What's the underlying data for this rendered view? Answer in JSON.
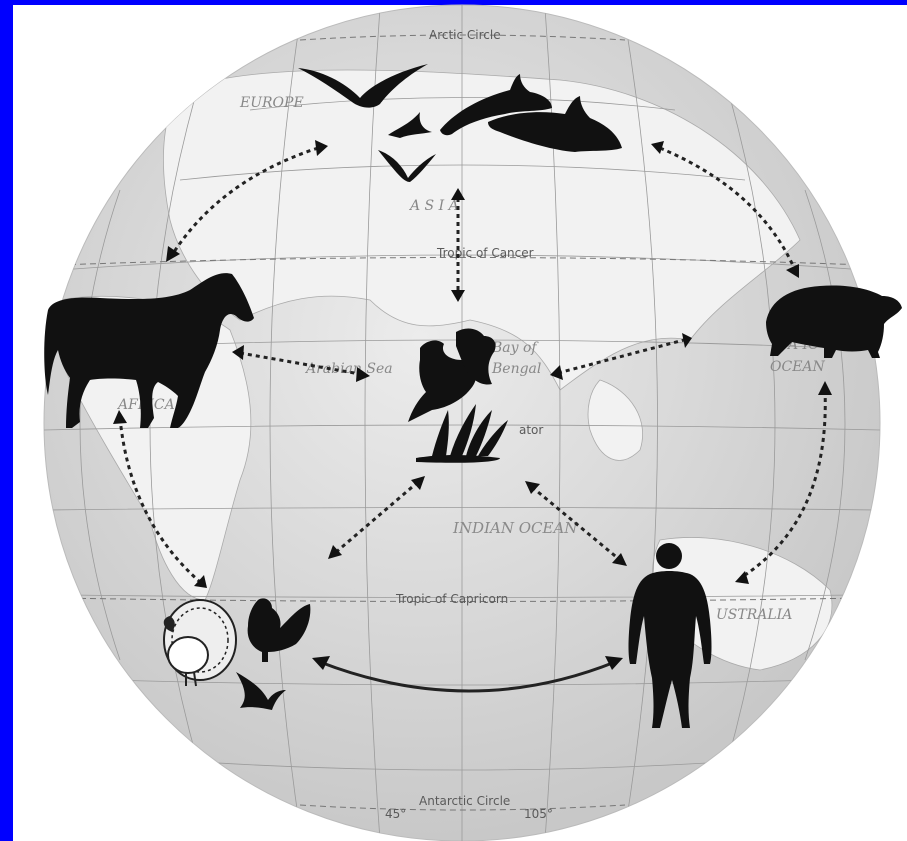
{
  "labels": {
    "arctic_circle": "Arctic Circle",
    "antarctic_circle": "Antarctic Circle",
    "tropic_cancer": "Tropic of Cancer",
    "tropic_capricorn": "Tropic of Capricorn",
    "equator": "ator",
    "europe": "EUROPE",
    "asia": "A  S  I  A",
    "africa": "AFRICA",
    "arabian_sea": "Arabian Sea",
    "bay_of": "Bay of",
    "bengal": "Bengal",
    "indian_ocean": "INDIAN OCEAN",
    "pacific_line1": "A  IC",
    "ocean": "OCEAN",
    "australia": "USTRALIA",
    "lon_45": "45°",
    "lon_105": "105°"
  },
  "colors": {
    "frame": "#0000ff",
    "globe": "#d9d9d9",
    "silhouette": "#111111"
  },
  "icons": [
    "birds-icon",
    "orcas-icon",
    "horse-icon",
    "pig-icon",
    "ducks-icon",
    "turkey-icon",
    "rooster-icon",
    "swallow-icon",
    "human-icon"
  ]
}
